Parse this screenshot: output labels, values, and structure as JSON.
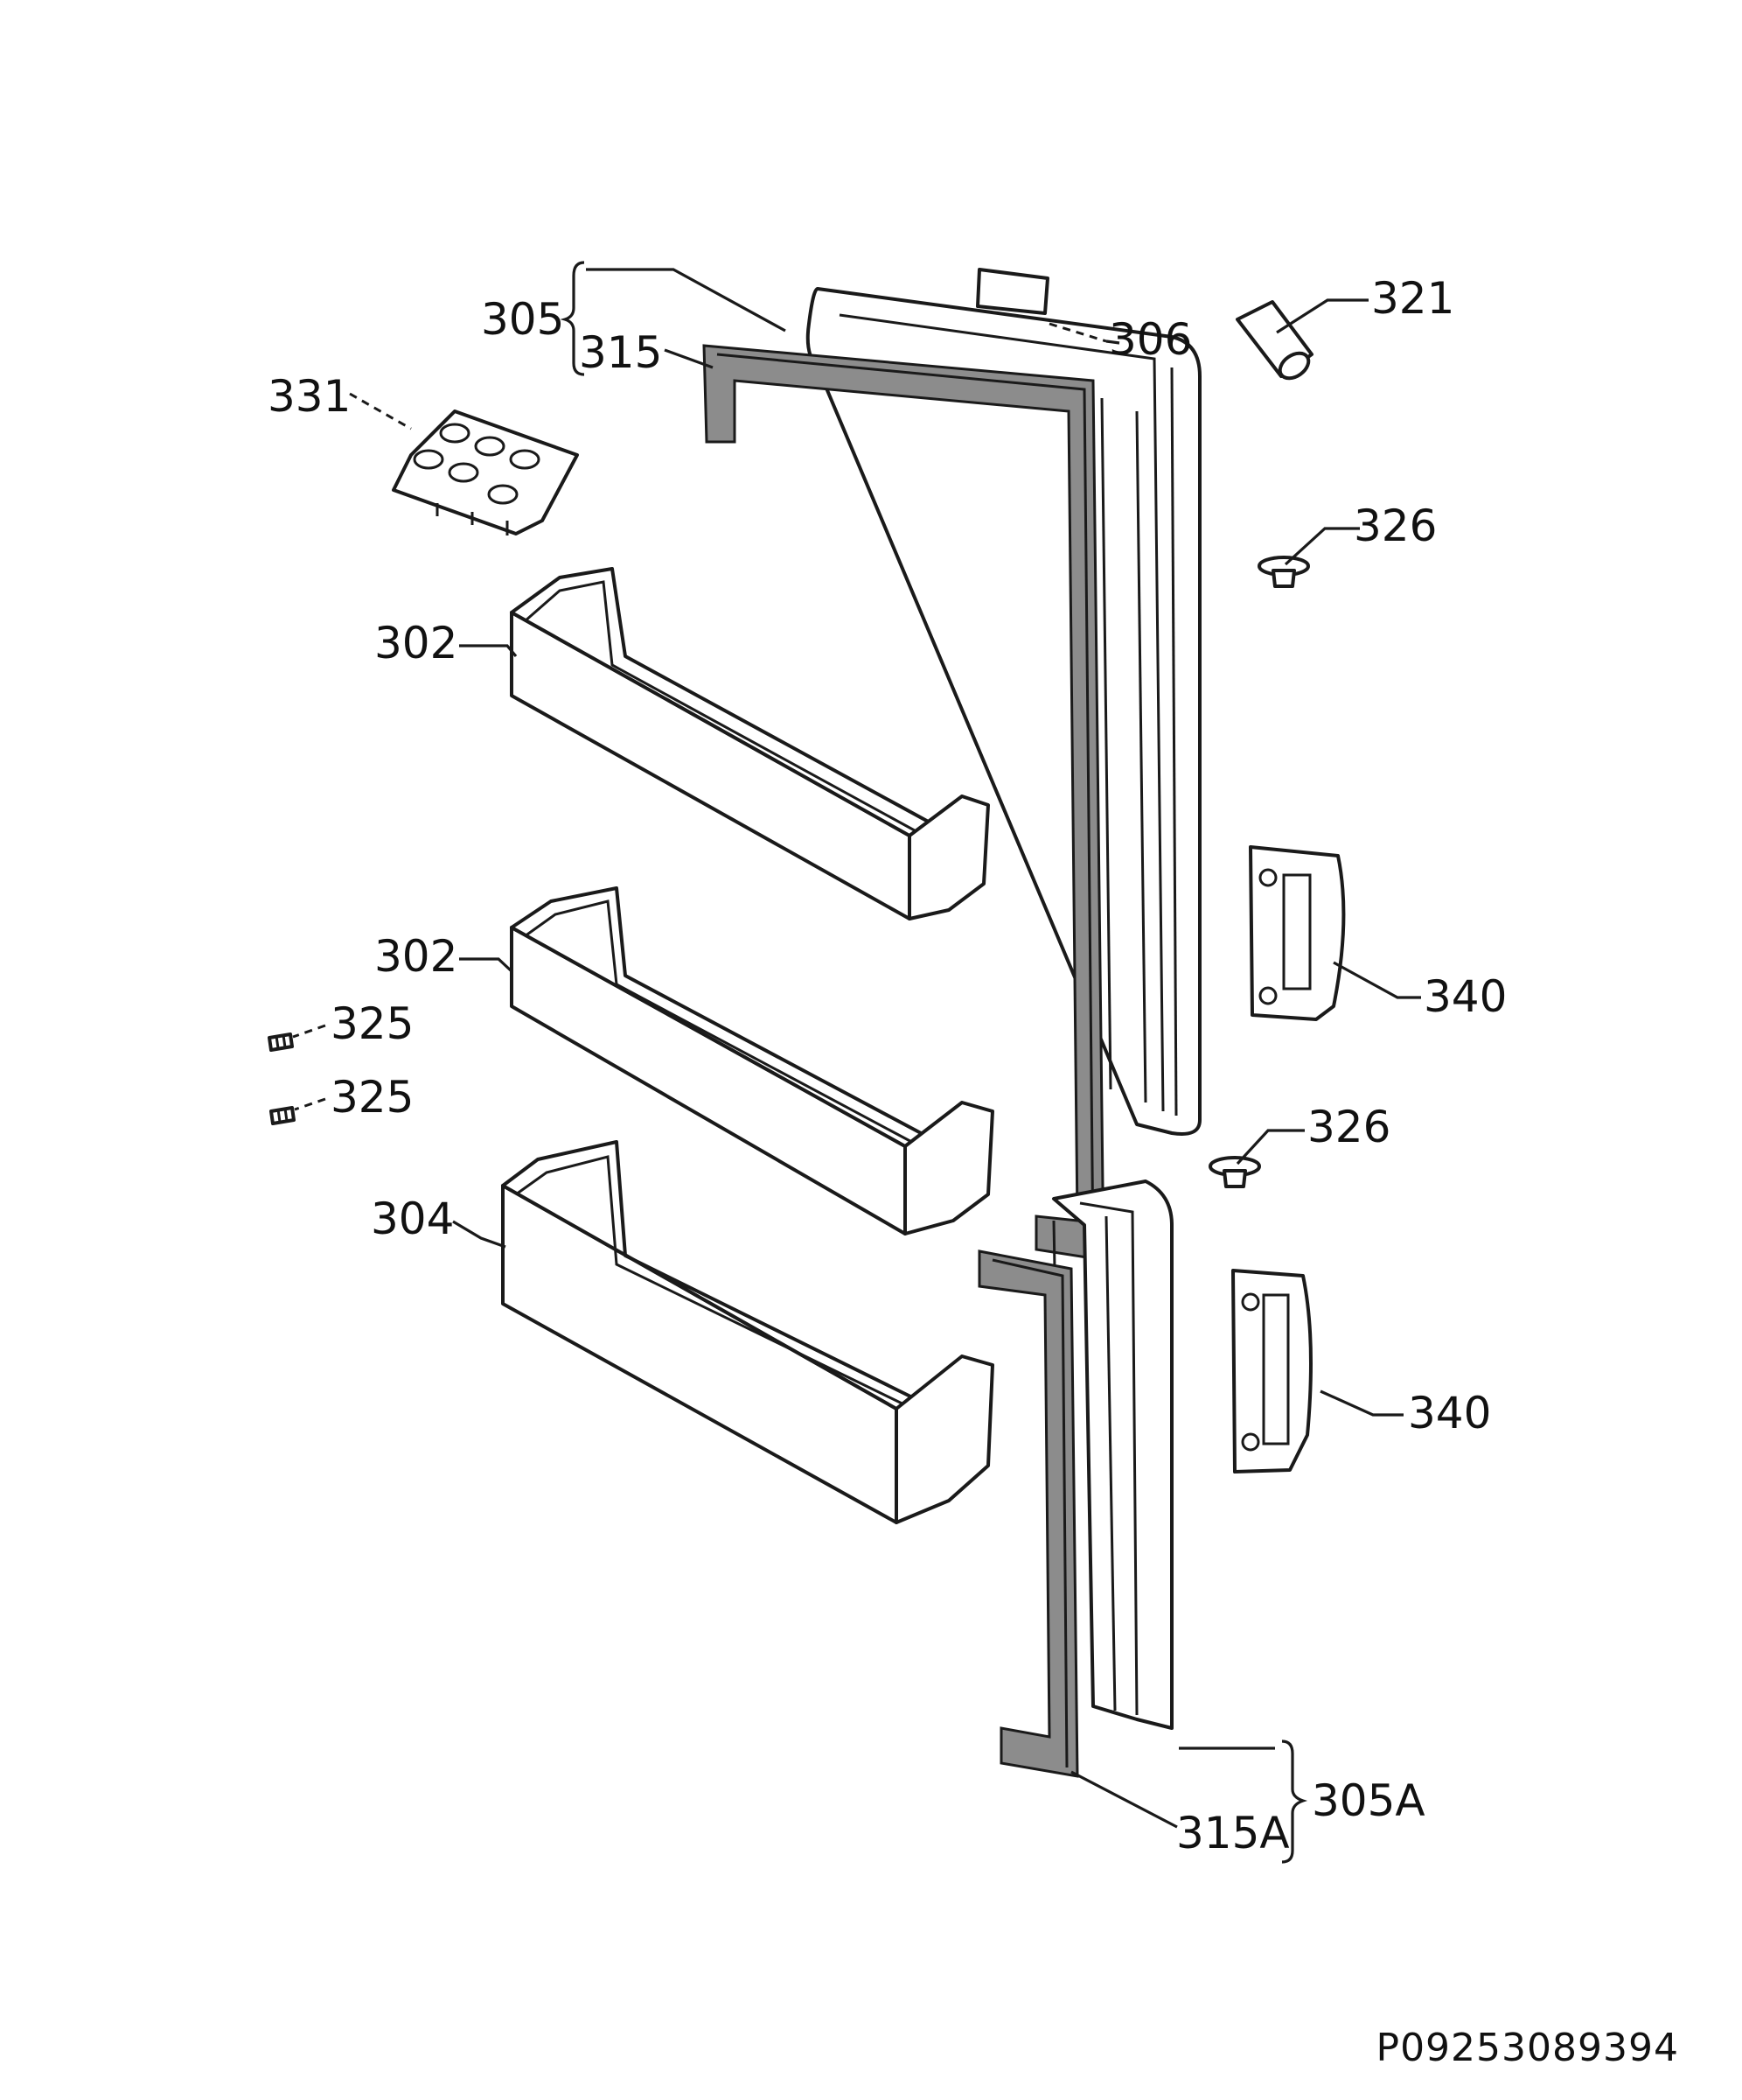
{
  "labels": {
    "l305": "305",
    "l315": "315",
    "l306": "306",
    "l321": "321",
    "l331": "331",
    "l326a": "326",
    "l302a": "302",
    "l302b": "302",
    "l325a": "325",
    "l325b": "325",
    "l340a": "340",
    "l326b": "326",
    "l304": "304",
    "l340b": "340",
    "l305A": "305A",
    "l315A": "315A"
  },
  "drawing_code": "P09253089394",
  "colors": {
    "line": "#1a1a1a",
    "gasket": "#8c8c8c",
    "background": "#ffffff"
  }
}
